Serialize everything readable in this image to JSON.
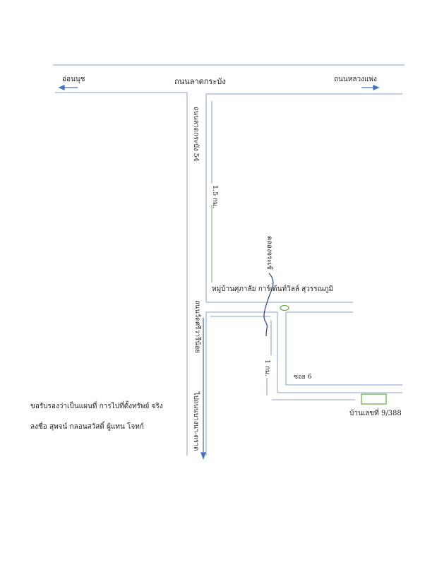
{
  "labels": {
    "to_on_nut": "อ่อนนุช",
    "main_road": "ถนนลาดกระบัง",
    "to_luang_phaeng": "ถนนหลวงแพ่ง",
    "soi_54": "ถนนลาดกระบัง 54",
    "distance_1_5": "1.5 กม.",
    "canal": "คลองจระเข้",
    "village": "หมู่บ้านศุภาลัย การ์เด้นท์วิลล์ สุวรรณภูมิ",
    "wat_road": "ถนนวัดศรีวารีน้อย",
    "to_bangna": "ไปถนนบางนา-ตราด",
    "distance_1": "1 กม.",
    "soi_6": "ซอย 6",
    "house_no": "บ้านเลขที่ 9/388"
  },
  "certification": {
    "line1": "ขอรับรองว่าเป็นแผนที่ การไปที่ตั้งทรัพย์ จริง",
    "line2": "ลงชื่อ สุพจน์ กลอนสวัสดิ์ ผู้แทน โจทก์"
  },
  "colors": {
    "road": "#9db6d6",
    "arrow": "#4472c4",
    "canal": "#2f4f8f",
    "marker": "#70ad47"
  }
}
